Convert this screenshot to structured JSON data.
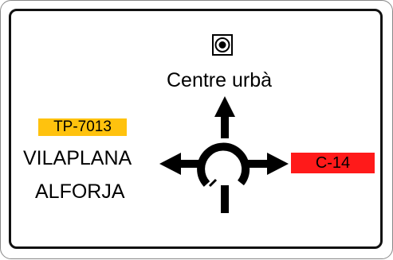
{
  "sign": {
    "destinations": {
      "top": "Centre urbà",
      "left_line1": "VILAPLANA",
      "left_line2": "ALFORJA"
    },
    "road_tags": {
      "left": {
        "label": "TP-7013",
        "color": "#ffc20e"
      },
      "right": {
        "label": "C-14",
        "color": "#ff1a1a"
      }
    },
    "icons": {
      "city_center": "city-center-icon",
      "roundabout": "roundabout-icon"
    }
  }
}
